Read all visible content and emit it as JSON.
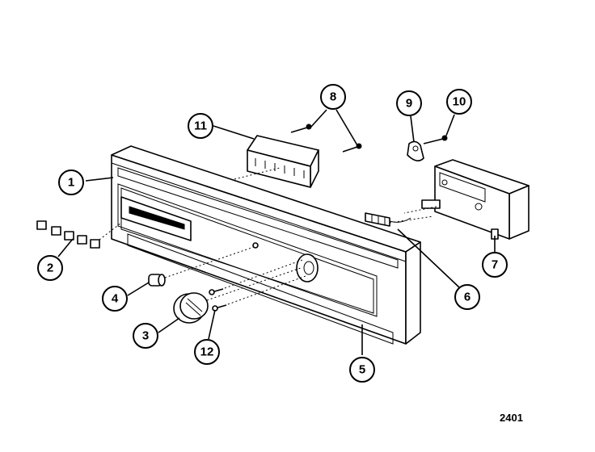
{
  "drawing_number": "2401",
  "callouts": [
    "1",
    "2",
    "3",
    "4",
    "5",
    "6",
    "7",
    "8",
    "9",
    "10",
    "11",
    "12"
  ],
  "colors": {
    "ink": "#000000",
    "paper": "#ffffff"
  }
}
